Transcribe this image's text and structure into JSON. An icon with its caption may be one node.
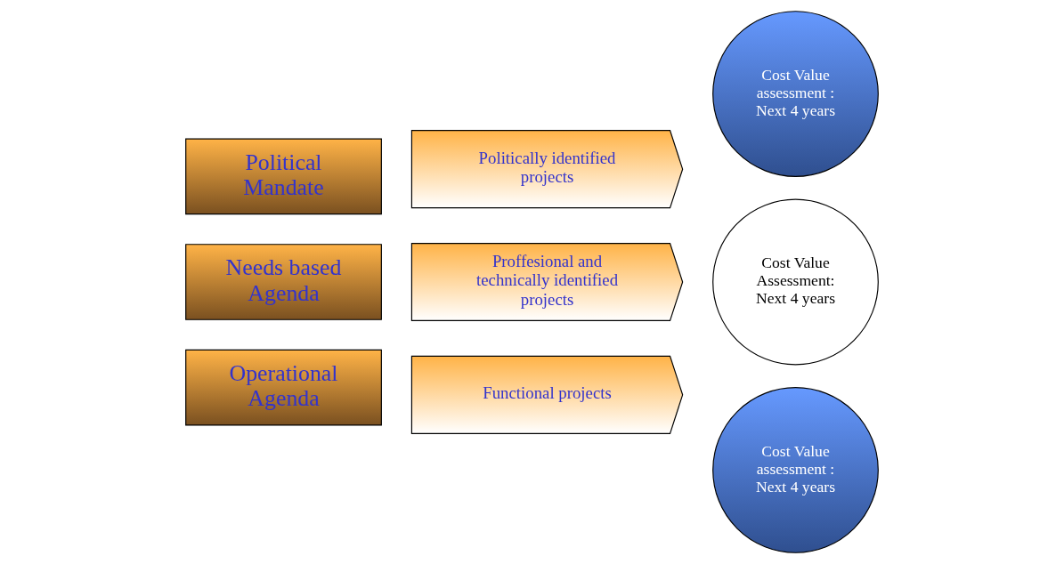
{
  "diagram": {
    "nodes": [
      {
        "text": [
          "Political Mandate"
        ]
      },
      {
        "text": [
          "Politically identified projects"
        ]
      },
      {
        "text": [
          "Cost Value assessment : Next 4 years"
        ]
      },
      {
        "text": [
          "Needs based Agenda"
        ]
      },
      {
        "text": [
          "Proffesional and technically identified projects"
        ]
      },
      {
        "text": [
          "Cost Value Assessment: Next 4 years"
        ]
      },
      {
        "text": [
          "Operational Agenda"
        ]
      },
      {
        "text": [
          "Functional projects"
        ]
      },
      {
        "text": [
          "Cost Value assessment : Next 4 years"
        ]
      }
    ]
  }
}
